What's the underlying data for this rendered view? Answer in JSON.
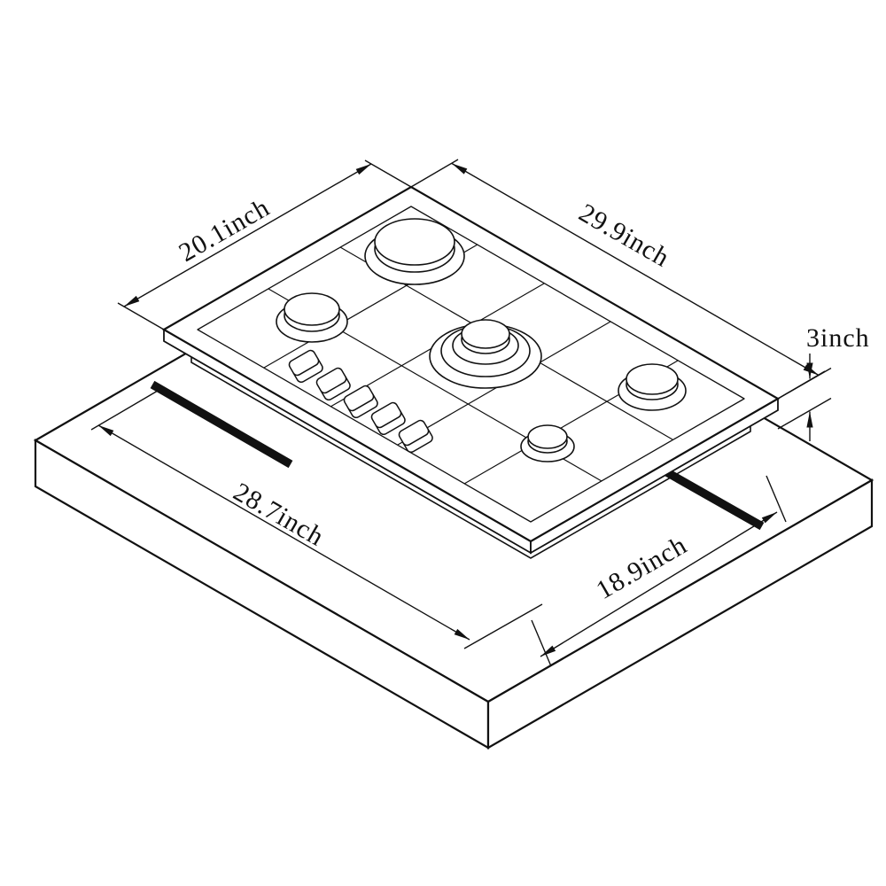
{
  "labels": {
    "cooktop_depth": "20.1inch",
    "cooktop_width": "29.9inch",
    "cooktop_height": "3inch",
    "cutout_width": "28.7inch",
    "cutout_depth": "18.9inch"
  },
  "colors": {
    "line": "#111111",
    "background": "#ffffff",
    "cutout_highlight": "#000000"
  },
  "components": {
    "burner_count": 5,
    "knob_count": 5
  }
}
